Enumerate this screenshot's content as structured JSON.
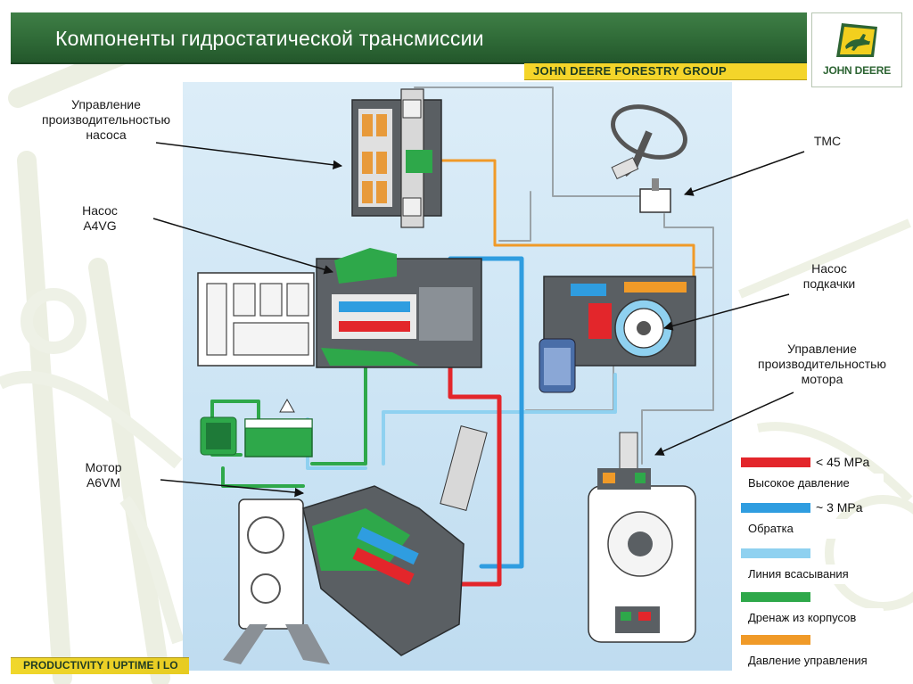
{
  "header": {
    "title": "Компоненты гидростатической трансмиссии",
    "subtitle": "JOHN DEERE FORESTRY GROUP"
  },
  "logo": {
    "text": "JOHN DEERE",
    "icon": "leaping-deer-icon",
    "color": "#2d6433"
  },
  "footer": {
    "text": "PRODUCTIVITY I UPTIME I LO"
  },
  "labels": {
    "pump_control": [
      "Управление",
      "производительностью",
      "насоса"
    ],
    "pump": [
      "Насос",
      "A4VG"
    ],
    "motor": [
      "Мотор",
      "A6VM"
    ],
    "tmc": [
      "TMC"
    ],
    "charge_pump": [
      "Насос",
      "подкачки"
    ],
    "motor_control": [
      "Управление",
      "производительностью",
      "мотора"
    ]
  },
  "legend": [
    {
      "color": "#e3262b",
      "value": "< 45 MPa",
      "label": "Высокое давление"
    },
    {
      "color": "#2f9de0",
      "value": "~ 3 MPa",
      "label": "Обратка"
    },
    {
      "color": "#8fd1f0",
      "value": "",
      "label": "Линия всасывания"
    },
    {
      "color": "#2ea84a",
      "value": "",
      "label": "Дренаж из корпусов"
    },
    {
      "color": "#f09a28",
      "value": "",
      "label": "Давление управления"
    }
  ],
  "colors": {
    "header_green": "#2f6a37",
    "accent_yellow": "#f4d52a",
    "panel_blue": "#cfe6f5",
    "high_pressure": "#e3262b",
    "return_line": "#2f9de0",
    "suction_line": "#8fd1f0",
    "drain_line": "#2ea84a",
    "control_pressure": "#f09a28"
  }
}
